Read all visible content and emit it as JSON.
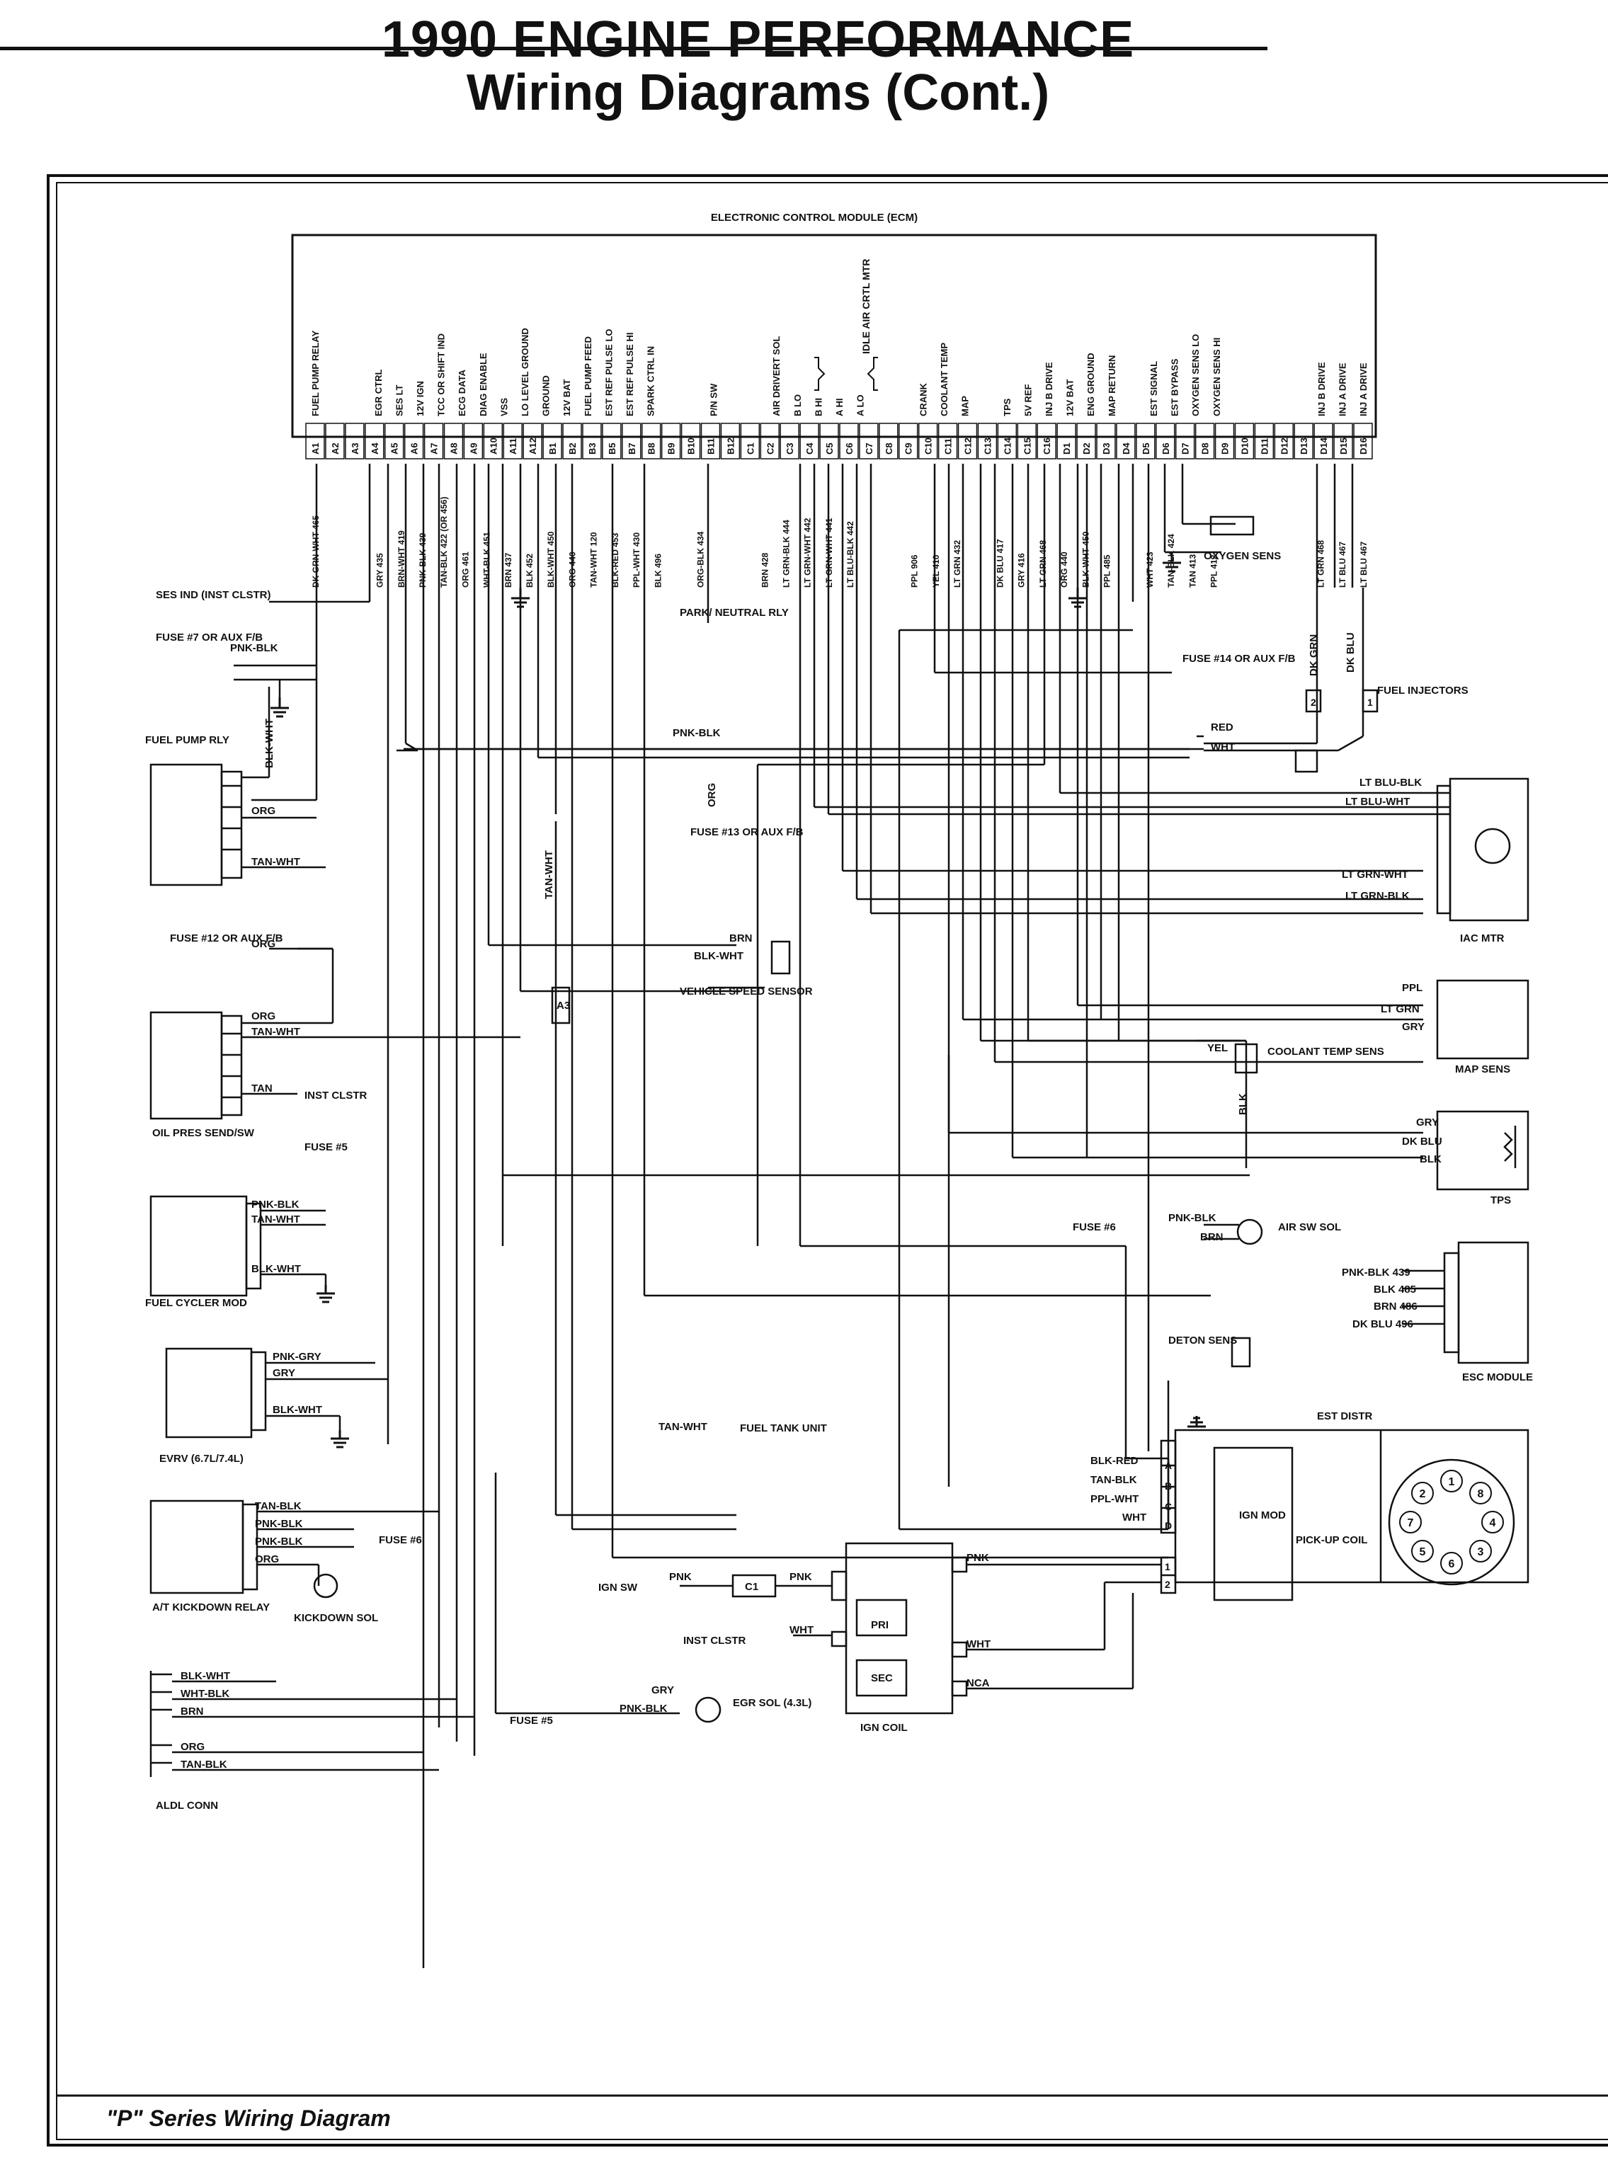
{
  "header": {
    "title_line1": "1990 ENGINE PERFORMANCE",
    "title_line2": "Wiring Diagrams (Cont.)"
  },
  "footer": {
    "caption": "\"P\" Series Wiring Diagram"
  },
  "ecm": {
    "title": "ELECTRONIC CONTROL MODULE (ECM)",
    "functions": [
      "FUEL PUMP RELAY",
      "",
      "",
      "EGR CTRL",
      "SES LT",
      "12V IGN",
      "TCC OR SHIFT IND",
      "ECG DATA",
      "DIAG ENABLE",
      "VSS",
      "LO LEVEL GROUND",
      "GROUND",
      "12V BAT",
      "FUEL PUMP FEED",
      "EST REF PULSE LO",
      "EST REF PULSE HI",
      "SPARK CTRL IN",
      "",
      "",
      "P/N SW",
      "",
      "",
      "AIR DRIVERT SOL",
      "B LO",
      "B HI",
      "A HI",
      "A LO",
      "",
      "",
      "CRANK",
      "COOLANT TEMP",
      "MAP",
      "",
      "TPS",
      "5V REF",
      "INJ B DRIVE",
      "12V BAT",
      "ENG GROUND",
      "MAP RETURN",
      "",
      "EST SIGNAL",
      "EST BYPASS",
      "OXYGEN SENS LO",
      "OXYGEN SENS HI",
      "",
      "",
      "",
      "",
      "INJ B DRIVE",
      "INJ A DRIVE",
      "INJ A DRIVE"
    ],
    "iac_group": "IDLE AIR CRTL MTR",
    "pins": [
      "A1",
      "A2",
      "A3",
      "A4",
      "A5",
      "A6",
      "A7",
      "A8",
      "A9",
      "A10",
      "A11",
      "A12",
      "B1",
      "B2",
      "B3",
      "B5",
      "B7",
      "B8",
      "B9",
      "B10",
      "B11",
      "B12",
      "C1",
      "C2",
      "C3",
      "C4",
      "C5",
      "C6",
      "C7",
      "C8",
      "C9",
      "C10",
      "C11",
      "C12",
      "C13",
      "C14",
      "C15",
      "C16",
      "D1",
      "D2",
      "D3",
      "D4",
      "D5",
      "D6",
      "D7",
      "D8",
      "D9",
      "D10",
      "D11",
      "D12",
      "D13",
      "D14",
      "D15",
      "D16"
    ],
    "wires": [
      "DK GRN-WHT 465",
      "",
      "",
      "GRY 435",
      "BRN-WHT 419",
      "PNK-BLK 439",
      "TAN-BLK 422 (OR 456)",
      "ORG 461",
      "WHT-BLK 451",
      "BRN 437",
      "BLK 452",
      "BLK-WHT 450",
      "ORG 440",
      "TAN-WHT 120",
      "BLK-RED 453",
      "PPL-WHT 430",
      "BLK 496",
      "",
      "ORG-BLK 434",
      "",
      "",
      "BRN 428",
      "LT GRN-BLK 444",
      "LT GRN-WHT 442",
      "LT GRN-WHT 441",
      "LT BLU-BLK 442",
      "",
      "",
      "PPL 906",
      "YEL 410",
      "LT GRN 432",
      "",
      "DK BLU 417",
      "GRY 416",
      "LT GRN 468",
      "ORG 440",
      "BLK-WHT 450",
      "PPL 485",
      "",
      "WHT 423",
      "TAN-BLK 424",
      "TAN 413",
      "PPL 412",
      "",
      "",
      "",
      "",
      "LT GRN 468",
      "LT BLU 467",
      "LT BLU 467"
    ]
  },
  "components": {
    "ses_ind": "SES IND (INST CLSTR)",
    "fuse7": "FUSE #7 OR AUX F/B",
    "fuel_pump_rly": "FUEL PUMP RLY",
    "fuse12": "FUSE #12 OR AUX F/B",
    "oil_pres": "OIL PRES SEND/SW",
    "inst_clstr": "INST CLSTR",
    "fuse5": "FUSE #5",
    "fuel_cycler": "FUEL CYCLER MOD",
    "evrv": "EVRV (6.7L/7.4L)",
    "at_kickdown": "A/T KICKDOWN RELAY",
    "kickdown_sol": "KICKDOWN SOL",
    "fuse6": "FUSE #6",
    "aldl": "ALDL CONN",
    "park_neutral": "PARK/ NEUTRAL RLY",
    "fuse13": "FUSE #13 OR AUX F/B",
    "vss": "VEHICLE SPEED SENSOR",
    "fuel_tank_unit": "FUEL TANK UNIT",
    "ign_sw": "IGN SW",
    "c1": "C1",
    "inst_clstr2": "INST CLSTR",
    "ign_coil": "IGN COIL",
    "pri": "PRI",
    "sec": "SEC",
    "egr_sol": "EGR SOL (4.3L)",
    "fuse5b": "FUSE #5",
    "oxygen_sens": "OXYGEN SENS",
    "fuse14": "FUSE #14 OR AUX F/B",
    "fuel_injectors": "FUEL INJECTORS",
    "iac_mtr": "IAC MTR",
    "map_sens": "MAP SENS",
    "coolant_temp": "COOLANT TEMP SENS",
    "tps": "TPS",
    "air_sw_sol": "AIR SW SOL",
    "fuse6b": "FUSE #6",
    "esc_module": "ESC MODULE",
    "deton_sens": "DETON SENS",
    "est_distr": "EST DISTR",
    "ign_mod": "IGN MOD",
    "pickup_coil": "PICK-UP COIL",
    "a3": "A3"
  },
  "wire_labels": {
    "pnk_blk": "PNK-BLK",
    "blk_wht": "BLK-WHT",
    "org": "ORG",
    "tan_wht": "TAN-WHT",
    "tan": "TAN",
    "pnk_gry": "PNK-GRY",
    "gry": "GRY",
    "tan_blk": "TAN-BLK",
    "wht_blk": "WHT-BLK",
    "brn": "BRN",
    "red": "RED",
    "wht": "WHT",
    "dk_grn": "DK GRN",
    "dk_blu": "DK BLU",
    "lt_blu_blk": "LT BLU-BLK",
    "lt_blu_wht": "LT BLU-WHT",
    "lt_grn_wht": "LT GRN-WHT",
    "lt_grn_blk": "LT GRN-BLK",
    "ppl": "PPL",
    "lt_grn": "LT GRN",
    "yel": "YEL",
    "blk": "BLK",
    "pnk_blk_439": "PNK-BLK 439",
    "blk_485": "BLK 485",
    "brn_486": "BRN 486",
    "dk_blu_496": "DK BLU 496",
    "blk_red": "BLK-RED",
    "ppl_wht": "PPL-WHT",
    "pnk": "PNK",
    "nca": "NCA"
  },
  "markers": {
    "pin_a": "A",
    "pin_b": "B",
    "pin_c": "C",
    "pin_d": "D",
    "pin_1": "1",
    "pin_2": "2",
    "inj1": "1",
    "inj2": "2",
    "distr": [
      "1",
      "8",
      "4",
      "3",
      "6",
      "5",
      "7",
      "2"
    ]
  }
}
